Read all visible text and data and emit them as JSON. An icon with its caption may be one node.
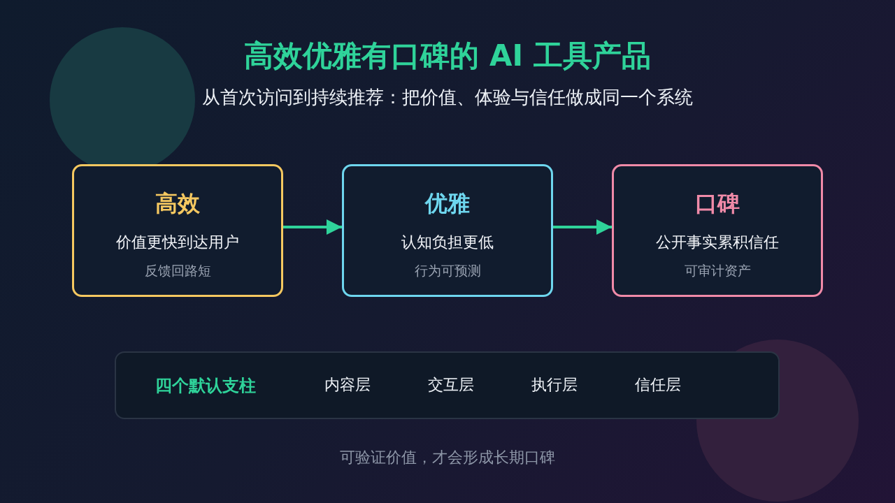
{
  "diagram": {
    "title": "高效优雅有口碑的 AI 工具产品",
    "caption": "可验证价值，才会形成长期口碑",
    "nodes": [
      {
        "text": [
          "高效",
          "价值更快到达用户",
          "反馈回路短"
        ]
      },
      {
        "text": [
          "优雅",
          "认知负担更低",
          "行为可预测"
        ]
      },
      {
        "text": [
          "口碑",
          "公开事实累积信任",
          "可审计资产"
        ]
      },
      {
        "text": [
          "四个默认支柱",
          "内容层",
          "交互层",
          "执行层",
          "信任层"
        ]
      }
    ],
    "edges": [
      {
        "from": 0,
        "to": 1,
        "arrow": "to"
      },
      {
        "from": 1,
        "to": 2,
        "arrow": "to"
      }
    ],
    "labels": [
      "从首次访问到持续推荐：把价值、体验与信任做成同一个系统"
    ]
  }
}
